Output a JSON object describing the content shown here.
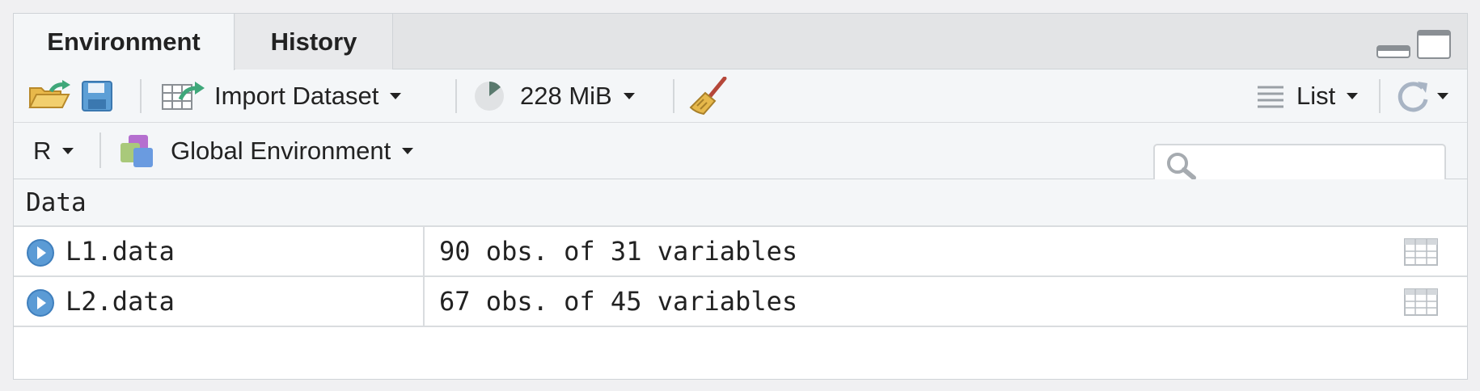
{
  "tabs": [
    {
      "label": "Environment",
      "active": true
    },
    {
      "label": "History",
      "active": false
    }
  ],
  "toolbar": {
    "import_label": "Import Dataset",
    "memory_label": "228 MiB",
    "view_label": "List"
  },
  "toolbar2": {
    "language_label": "R",
    "environment_label": "Global Environment",
    "search_placeholder": ""
  },
  "section": {
    "title": "Data"
  },
  "rows": [
    {
      "name": "L1.data",
      "value": "90 obs. of 31 variables"
    },
    {
      "name": "L2.data",
      "value": "67 obs. of 45 variables"
    }
  ],
  "colors": {
    "accent": "#4a90d9",
    "toolbar_bg": "#f4f6f8",
    "tabbar_bg": "#e3e4e6",
    "border": "#cfd3d7"
  }
}
